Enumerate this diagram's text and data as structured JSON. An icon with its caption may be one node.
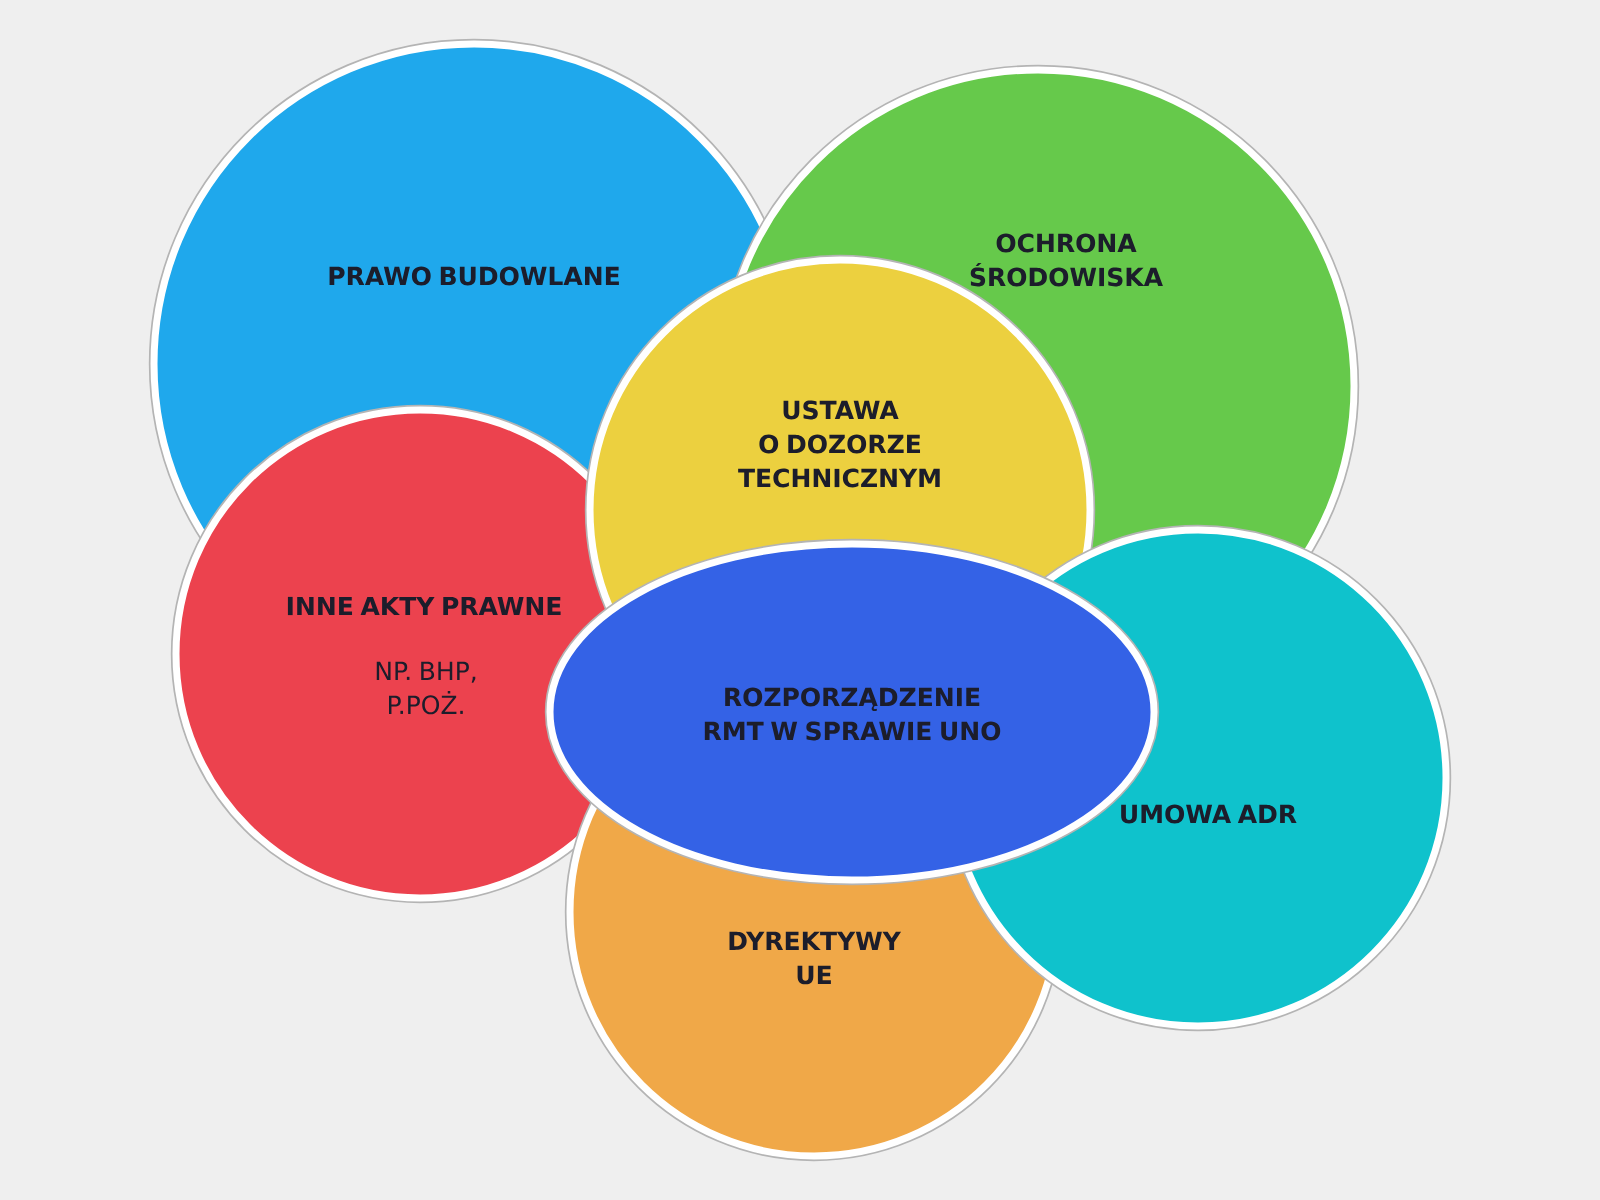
{
  "diagram": {
    "nodes": [
      {
        "text": [
          "PRAWO BUDOWLANE"
        ]
      },
      {
        "text": [
          "OCHRONA ŚRODOWISKA"
        ]
      },
      {
        "text": [
          "USTAWA O DOZORZE TECHNICZNYM"
        ]
      },
      {
        "text": [
          "INNE AKTY PRAWNE",
          "NP. BHP, P.POŻ."
        ]
      },
      {
        "text": [
          "ROZPORZĄDZENIE RMT W SPRAWIE UNO"
        ]
      },
      {
        "text": [
          "UMOWA ADR"
        ]
      },
      {
        "text": [
          "DYREKTYWY UE"
        ]
      }
    ]
  }
}
